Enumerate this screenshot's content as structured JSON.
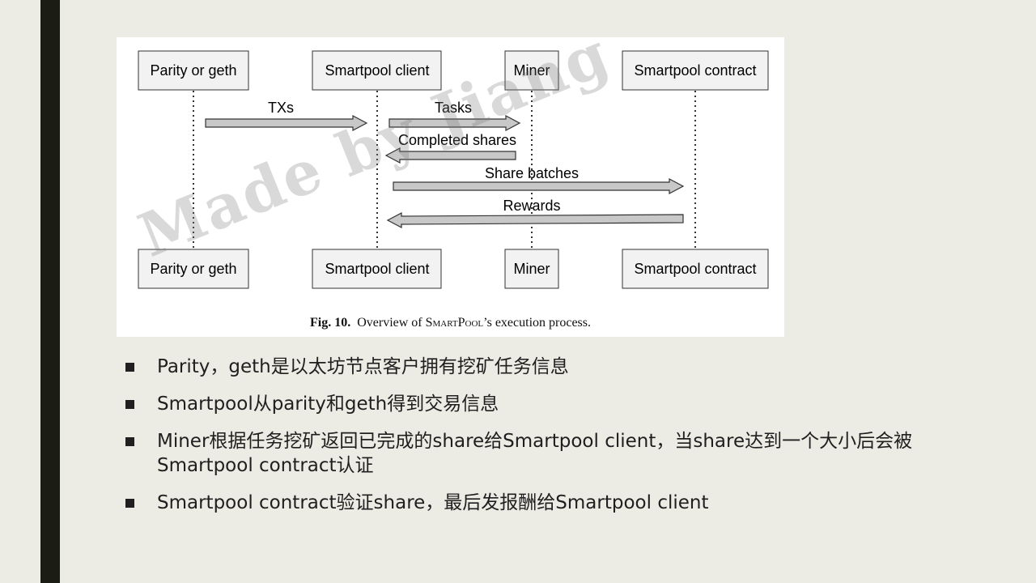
{
  "figure": {
    "top_nodes": [
      "Parity or geth",
      "Smartpool client",
      "Miner",
      "Smartpool contract"
    ],
    "bottom_nodes": [
      "Parity or geth",
      "Smartpool client",
      "Miner",
      "Smartpool contract"
    ],
    "messages": [
      "TXs",
      "Tasks",
      "Completed shares",
      "Share batches",
      "Rewards"
    ],
    "caption": {
      "label": "Fig. 10.",
      "prefix": "Overview of ",
      "name": "SmartPool",
      "suffix": "’s execution process."
    }
  },
  "watermark": "Made by Jiang",
  "bullets": [
    "Parity，geth是以太坊节点客户拥有挖矿任务信息",
    "Smartpool从parity和geth得到交易信息",
    "Miner根据任务挖矿返回已完成的share给Smartpool client，当share达到一个大小后会被Smartpool contract认证",
    "Smartpool contract验证share，最后发报酬给Smartpool client"
  ]
}
